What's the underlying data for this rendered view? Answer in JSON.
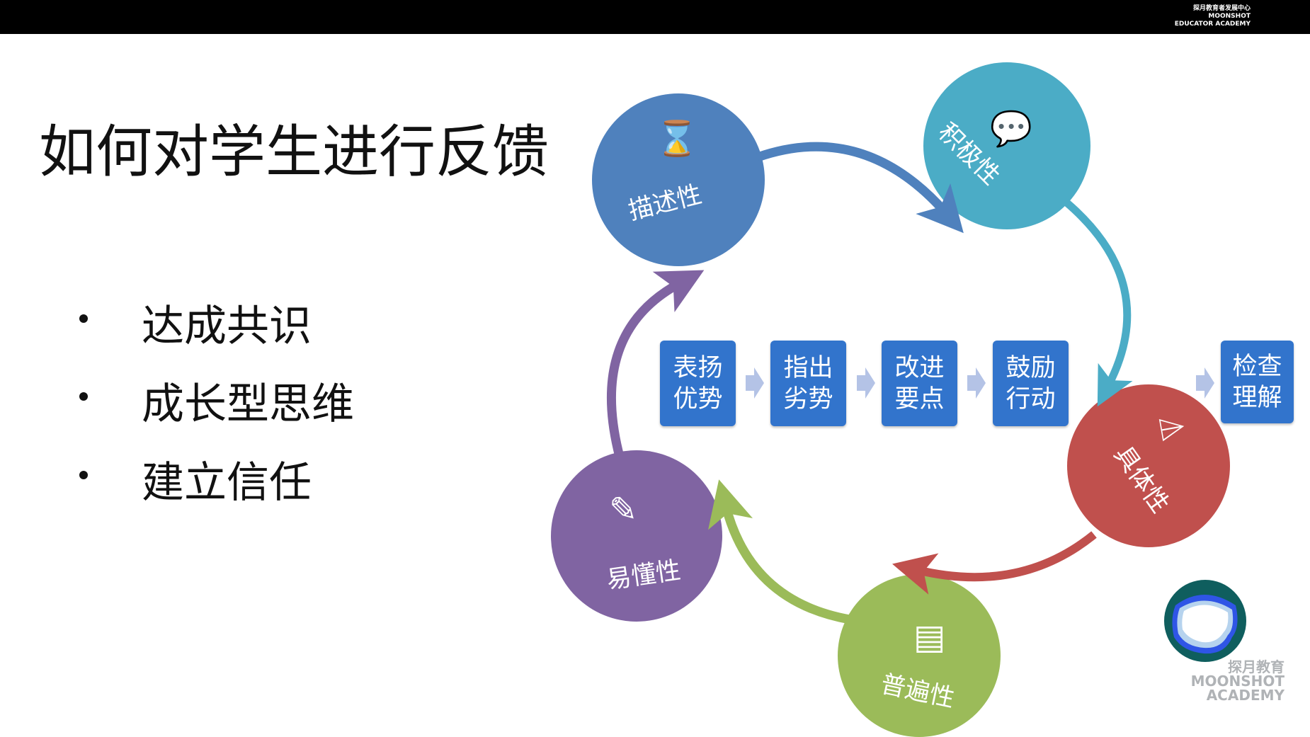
{
  "header": {
    "logo_cn": "探月教育者发展中心",
    "logo_en_1": "MOONSHOT",
    "logo_en_2": "EDUCATOR ACADEMY"
  },
  "title": "如何对学生进行反馈",
  "bullets": [
    "达成共识",
    "成长型思维",
    "建立信任"
  ],
  "cycle": [
    {
      "label": "描述性",
      "icon": "hourglass-icon",
      "color": "#4f81bd"
    },
    {
      "label": "积极性",
      "icon": "chat-bubble-icon",
      "color": "#4bacc6"
    },
    {
      "label": "具体性",
      "icon": "tag-icon",
      "color": "#c0504d"
    },
    {
      "label": "普遍性",
      "icon": "document-icon",
      "color": "#9bbb59"
    },
    {
      "label": "易懂性",
      "icon": "pencil-edit-icon",
      "color": "#8064a2"
    }
  ],
  "steps": [
    {
      "line1": "表扬",
      "line2": "优势"
    },
    {
      "line1": "指出",
      "line2": "劣势"
    },
    {
      "line1": "改进",
      "line2": "要点"
    },
    {
      "line1": "鼓励",
      "line2": "行动"
    },
    {
      "line1": "检查",
      "line2": "理解"
    }
  ],
  "footer_logo": {
    "cn": "探月教育",
    "en_1": "MOONSHOT",
    "en_2": "ACADEMY"
  }
}
